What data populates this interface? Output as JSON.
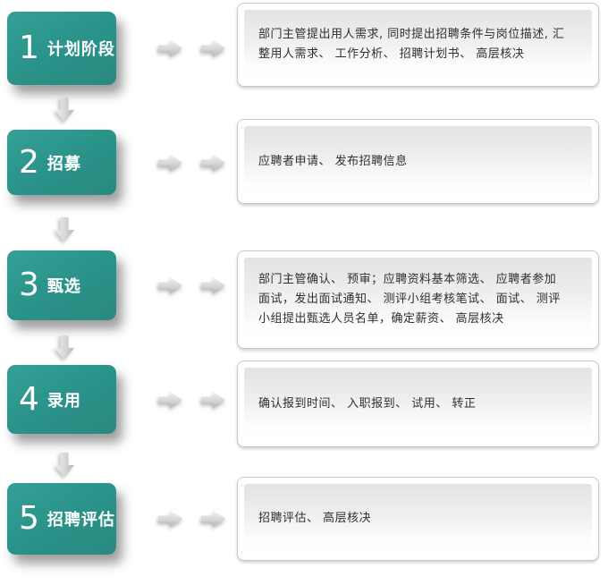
{
  "colors": {
    "stage_fill": "#2b948b",
    "stage_text": "#ffffff",
    "desc_border": "#c9c9c9",
    "desc_panel_top": "#e3e3e3",
    "desc_text": "#2f2f2f",
    "arrow_fill_light": "#f0f0f0",
    "arrow_fill_dark": "#bdbdbd",
    "background": "#ffffff"
  },
  "icons": {
    "right_arrow": "arrow-right-icon",
    "down_arrow": "arrow-down-icon"
  },
  "stages": [
    {
      "number": "1",
      "label": "计划阶段",
      "description": "部门主管提出用人需求, 同时提出招聘条件与岗位描述, 汇整用人需求、 工作分析、 招聘计划书、 高层核决"
    },
    {
      "number": "2",
      "label": "招募",
      "description": "应聘者申请、 发布招聘信息"
    },
    {
      "number": "3",
      "label": "甄选",
      "description": "部门主管确认、 预审；应聘资料基本筛选、 应聘者参加面试，发出面试通知、 测评小组考核笔试、 面试、 测评小组提出甄选人员名单，确定薪资、 高层核决"
    },
    {
      "number": "4",
      "label": "录用",
      "description": "确认报到时间、 入职报到、 试用、 转正"
    },
    {
      "number": "5",
      "label": "招聘评估",
      "description": "招聘评估、 高层核决"
    }
  ]
}
